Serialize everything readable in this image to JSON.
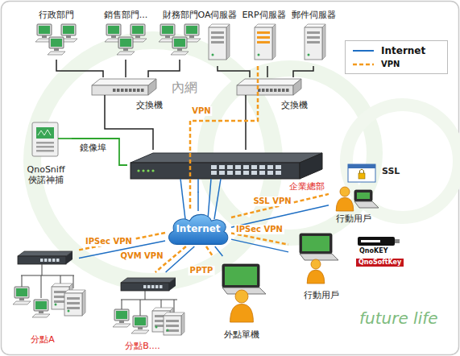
{
  "diagram": {
    "nodes": [
      {
        "text": [
          "行政部門"
        ]
      },
      {
        "text": [
          "銷售部門..."
        ]
      },
      {
        "text": [
          "財務部門"
        ]
      },
      {
        "text": [
          "OA伺服器"
        ]
      },
      {
        "text": [
          "ERP伺服器"
        ]
      },
      {
        "text": [
          "郵件伺服器"
        ]
      },
      {
        "text": [
          "交換機"
        ]
      },
      {
        "text": [
          "交換機"
        ]
      },
      {
        "text": [
          "QnoSniff 俠諾神捕"
        ]
      },
      {
        "text": [
          "企業總部"
        ]
      },
      {
        "text": [
          "Internet"
        ]
      },
      {
        "text": [
          "行動用戶"
        ]
      },
      {
        "text": [
          "分點A"
        ]
      },
      {
        "text": [
          "分點B...."
        ]
      },
      {
        "text": [
          "外點單機"
        ]
      },
      {
        "text": [
          "行動用戶"
        ]
      }
    ],
    "edges": [
      {
        "from": 0,
        "to": 6,
        "arrow": "none"
      },
      {
        "from": 1,
        "to": 6,
        "arrow": "none"
      },
      {
        "from": 2,
        "to": 6,
        "arrow": "none"
      },
      {
        "from": 3,
        "to": 7,
        "arrow": "none"
      },
      {
        "from": 4,
        "to": 7,
        "arrow": "none"
      },
      {
        "from": 5,
        "to": 7,
        "arrow": "none"
      },
      {
        "from": 6,
        "to": 9,
        "arrow": "none"
      },
      {
        "from": 7,
        "to": 9,
        "arrow": "none"
      },
      {
        "from": 8,
        "to": 9,
        "arrow": "none"
      },
      {
        "from": 9,
        "to": 10,
        "arrow": "none"
      },
      {
        "from": 4,
        "to": 10,
        "label": "VPN",
        "arrow": "none"
      },
      {
        "from": 10,
        "to": 11,
        "arrow": "none"
      },
      {
        "from": 10,
        "to": 11,
        "label": "SSL VPN",
        "arrow": "none"
      },
      {
        "from": 10,
        "to": 12,
        "arrow": "none"
      },
      {
        "from": 10,
        "to": 12,
        "label": "IPSec VPN",
        "arrow": "none"
      },
      {
        "from": 10,
        "to": 13,
        "arrow": "none"
      },
      {
        "from": 10,
        "to": 13,
        "label": "QVM VPN",
        "arrow": "none"
      },
      {
        "from": 10,
        "to": 14,
        "arrow": "none"
      },
      {
        "from": 10,
        "to": 14,
        "label": "PPTP",
        "arrow": "none"
      },
      {
        "from": 10,
        "to": 15,
        "arrow": "none"
      },
      {
        "from": 10,
        "to": 15,
        "label": "IPSec VPN",
        "arrow": "none"
      }
    ],
    "labels": [
      "內網",
      "鏡像埠",
      "SSL",
      "QnoKEY",
      "QnoSoftKey",
      "future life"
    ],
    "legend": [
      {
        "text": "Internet"
      },
      {
        "text": "VPN"
      }
    ]
  }
}
